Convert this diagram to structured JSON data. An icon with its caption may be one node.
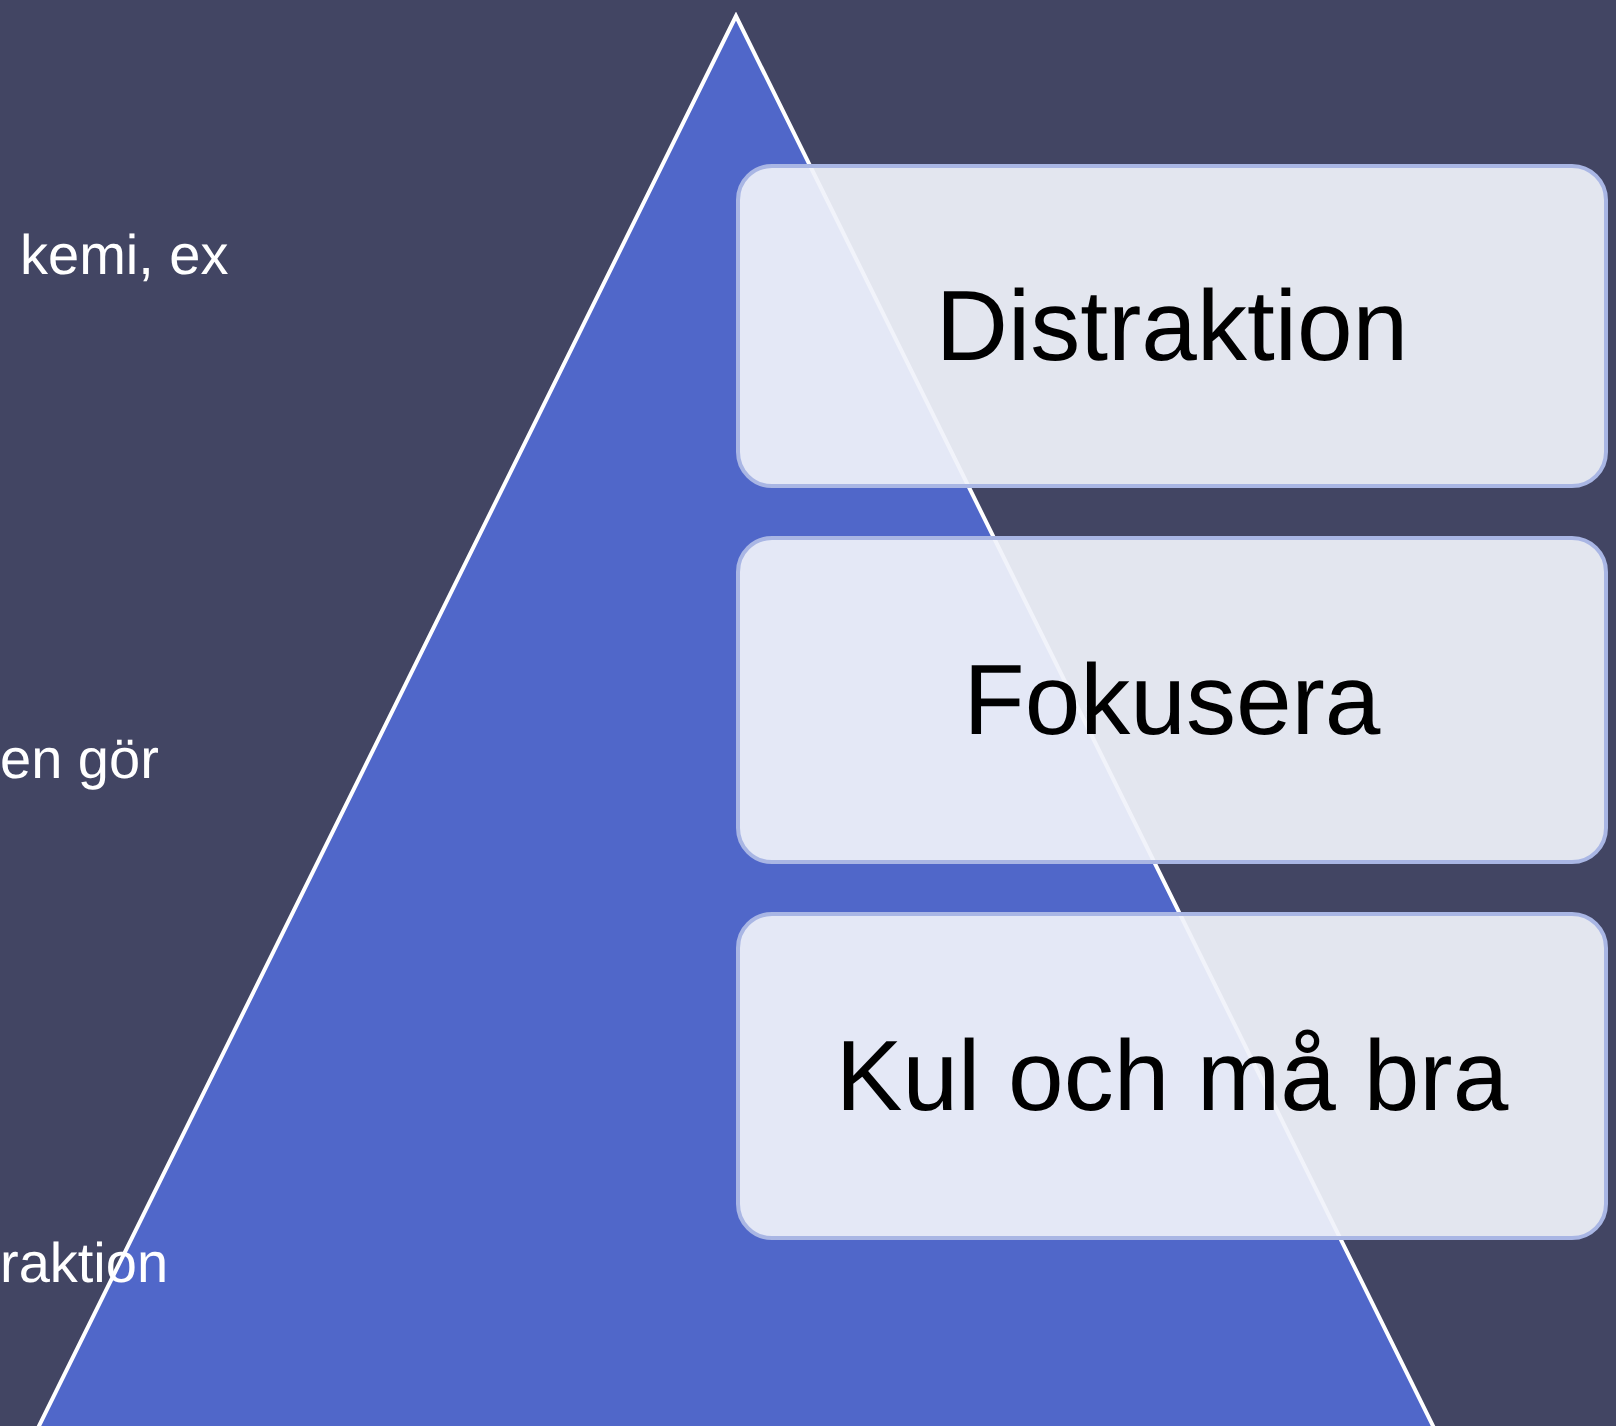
{
  "diagram": {
    "nodes": [
      {
        "text": [],
        "shape": "triangle"
      },
      {
        "text": [
          "Distraktion"
        ]
      },
      {
        "text": [
          "Fokusera"
        ]
      },
      {
        "text": [
          "Kul och må bra"
        ]
      }
    ],
    "labels": [
      "kemi, ex",
      "en gör",
      "raktion"
    ]
  }
}
